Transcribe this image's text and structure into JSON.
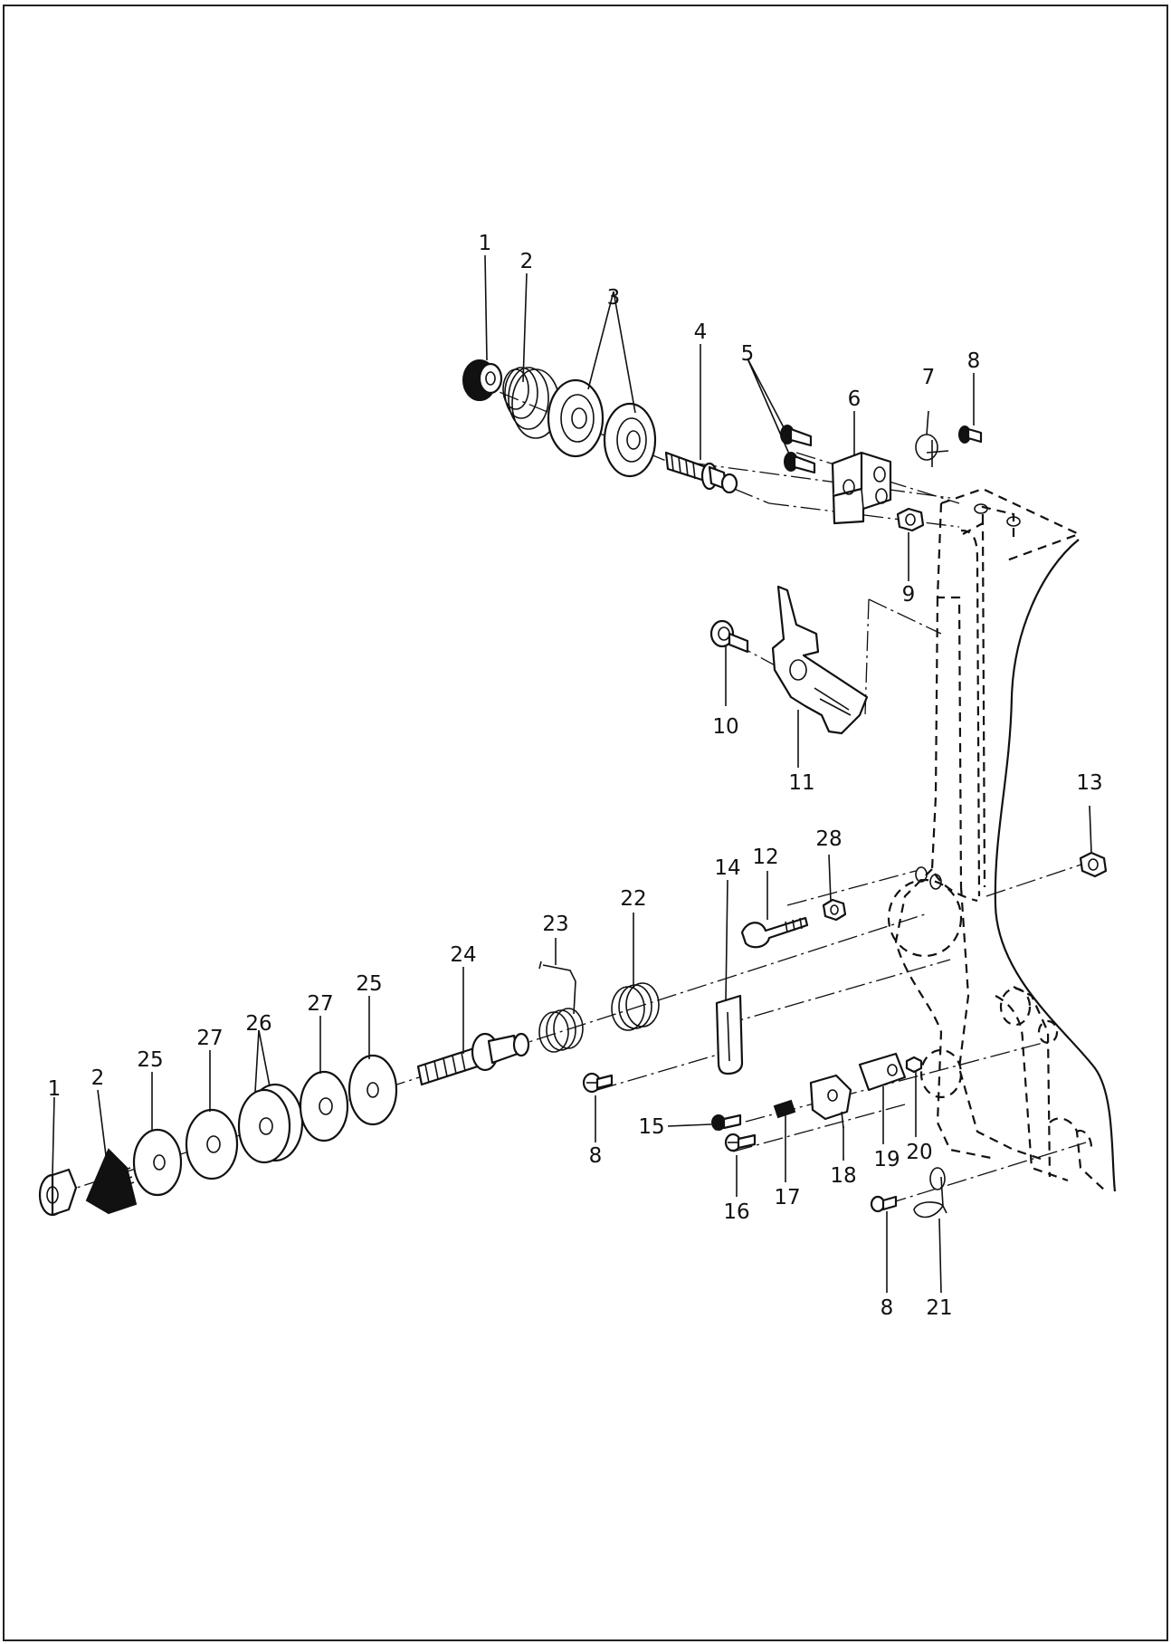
{
  "labels": {
    "p1": "1",
    "p2": "2",
    "p3": "3",
    "p4": "4",
    "p5": "5",
    "p6": "6",
    "p7": "7",
    "p8": "8",
    "p9": "9",
    "p10": "10",
    "p11": "11",
    "p12": "12",
    "p13": "13",
    "p14": "14",
    "p15": "15",
    "p16": "16",
    "p17": "17",
    "p18": "18",
    "p19": "19",
    "p20": "20",
    "p21": "21",
    "p22": "22",
    "p23": "23",
    "p24": "24",
    "p25": "25",
    "p26": "26",
    "p27": "27",
    "p28": "28"
  }
}
